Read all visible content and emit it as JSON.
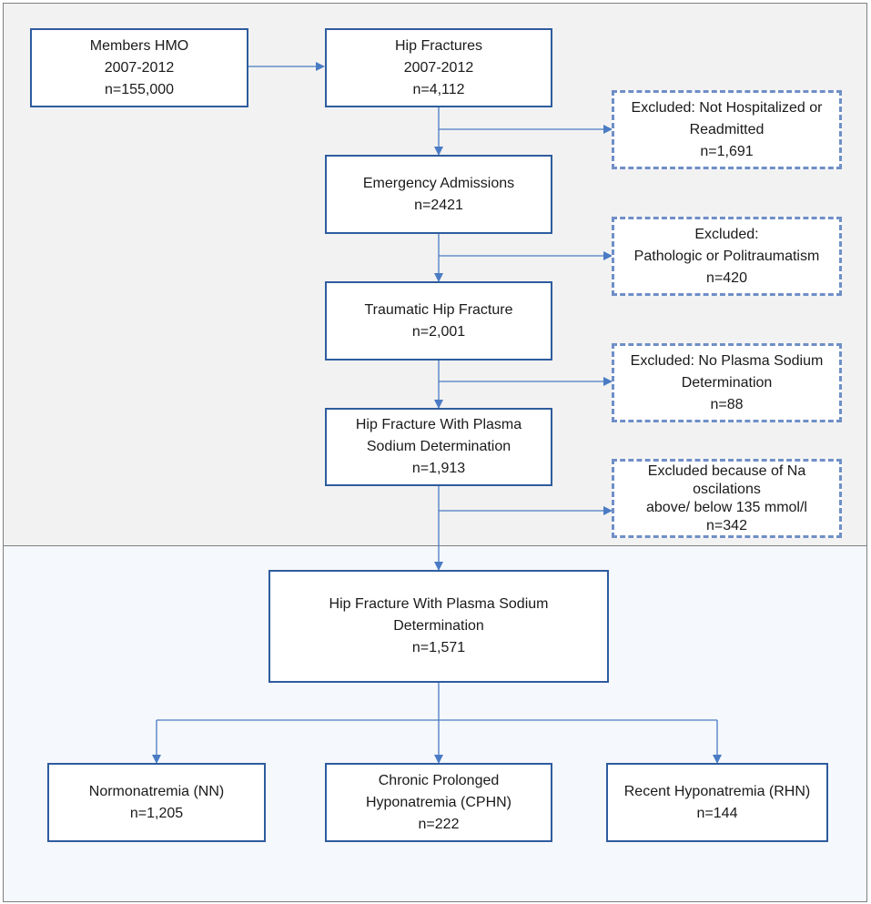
{
  "diagram": {
    "main_boxes": [
      {
        "id": "members",
        "lines": [
          "Members HMO",
          "2007-2012",
          "n=155,000"
        ]
      },
      {
        "id": "hip-fractures",
        "lines": [
          "Hip Fractures",
          "2007-2012",
          "n=4,112"
        ]
      },
      {
        "id": "emergency",
        "lines": [
          "Emergency Admissions",
          "n=2421"
        ]
      },
      {
        "id": "traumatic",
        "lines": [
          "Traumatic Hip Fracture",
          "n=2,001"
        ]
      },
      {
        "id": "plasma-1",
        "lines": [
          "Hip Fracture With Plasma",
          "Sodium Determination",
          "n=1,913"
        ]
      },
      {
        "id": "plasma-2",
        "lines": [
          "Hip Fracture With Plasma Sodium",
          "Determination",
          "n=1,571"
        ]
      }
    ],
    "excluded_boxes": [
      {
        "id": "excl-1",
        "lines": [
          "Excluded:  Not Hospitalized or",
          "Readmitted",
          "n=1,691"
        ]
      },
      {
        "id": "excl-2",
        "lines": [
          "Excluded:",
          "Pathologic or Politraumatism",
          "n=420"
        ]
      },
      {
        "id": "excl-3",
        "lines": [
          "Excluded: No Plasma Sodium",
          "Determination",
          "n=88"
        ]
      },
      {
        "id": "excl-4",
        "lines": [
          "Excluded because of Na",
          "oscilations",
          "above/ below 135 mmol/l",
          "n=342"
        ]
      }
    ],
    "outcome_boxes": [
      {
        "id": "nn",
        "lines": [
          "Normonatremia (NN)",
          "n=1,205"
        ]
      },
      {
        "id": "cphn",
        "lines": [
          "Chronic Prolonged",
          "Hyponatremia (CPHN)",
          "n=222"
        ]
      },
      {
        "id": "rhn",
        "lines": [
          "Recent Hyponatremia (RHN)",
          "n=144"
        ]
      }
    ],
    "colors": {
      "box_border": "#2e5c9e",
      "dashed_border": "#6f8fc7",
      "arrow": "#4a7bc4",
      "top_panel": "#f2f2f2",
      "bottom_panel": "#f5f8fc"
    }
  }
}
